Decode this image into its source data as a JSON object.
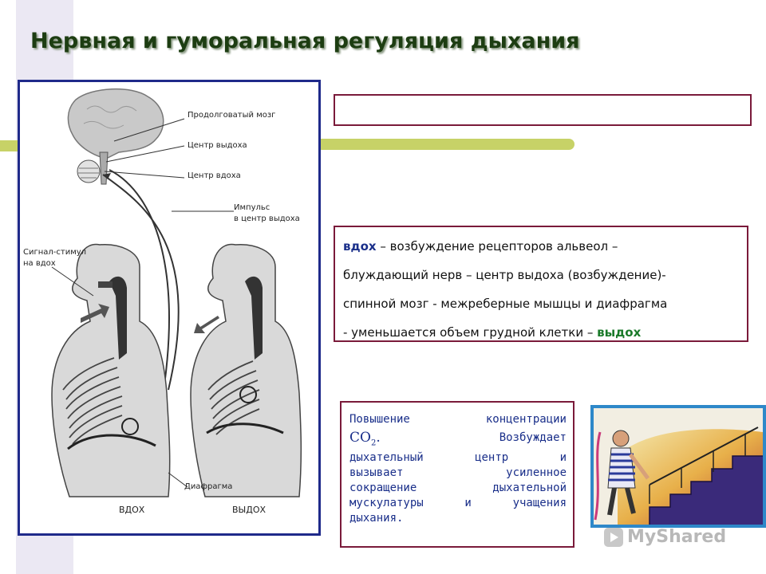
{
  "slide": {
    "title": "Нервная и гуморальная регуляция дыхания",
    "accent_bar_color": "#c7d267",
    "frame_color": "#1f2a8a",
    "box_border_color": "#7a1a3a"
  },
  "diagram": {
    "labels": {
      "medulla": "Продолговатый мозг",
      "exhale_center": "Центр выдоха",
      "inhale_center": "Центр вдоха",
      "impulse_line1": "Импульс",
      "impulse_line2": "в центр выдоха",
      "signal_line1": "Сигнал-стимул",
      "signal_line2": "на вдох",
      "diaphragm": "Диафрагма",
      "inhale_caption": "ВДОХ",
      "exhale_caption": "ВЫДОХ"
    }
  },
  "inhale_box": {
    "kw_inhale": "вдох",
    "line1_rest": " – возбуждение рецепторов альвеол –",
    "line2": "блуждающий нерв – центр выдоха (возбуждение)-",
    "line3": "спинной мозг  - межреберные мышцы и диафрагма",
    "line4_rest": "- уменьшается объем грудной клетки – ",
    "kw_exhale": "выдох"
  },
  "co2_box": {
    "r1a": "Повышение",
    "r1b": "концентрации",
    "r2a": "СО",
    "r2sub": "2",
    "r2dot": ".",
    "r2b": "Возбуждает",
    "r3a": "дыхательный",
    "r3b": "центр",
    "r3c": "и",
    "r4a": "вызывает",
    "r4b": "усиленное",
    "r5a": "сокращение",
    "r5b": "дыхательной",
    "r6a": "мускулатуры",
    "r6b": "и",
    "r6c": "учащения",
    "r7": "дыхания."
  },
  "watermark": {
    "text": "MyShared",
    "icon": "play-logo-icon"
  }
}
